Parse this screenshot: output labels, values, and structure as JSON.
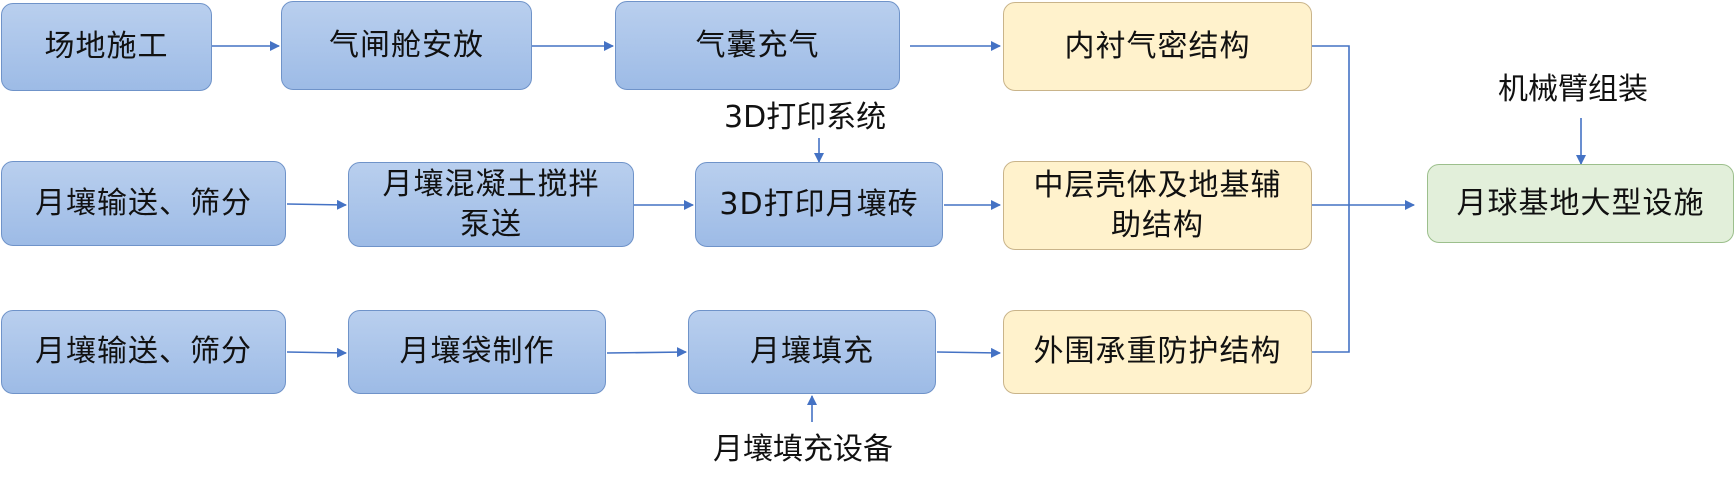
{
  "nodes": {
    "site_construction": "场地施工",
    "airlock_placement": "气闸舱安放",
    "airbag_inflation": "气囊充气",
    "inner_lining": "内衬气密结构",
    "regolith_transport_1": "月壤输送、筛分",
    "regolith_concrete": "月壤混凝土搅拌泵送",
    "print_bricks": "3D打印月壤砖",
    "middle_shell": "中层壳体及地基辅助结构",
    "regolith_transport_2": "月壤输送、筛分",
    "regolith_bag": "月壤袋制作",
    "regolith_fill": "月壤填充",
    "outer_protection": "外围承重防护结构",
    "lunar_base": "月球基地大型设施"
  },
  "labels": {
    "printing_system": "3D打印系统",
    "robot_arm": "机械臂组装",
    "filling_equipment": "月壤填充设备"
  },
  "colors": {
    "process_fill": "#a8c3ea",
    "process_border": "#6f93c9",
    "structure_fill": "#fff2cc",
    "structure_border": "#c9b48a",
    "target_fill": "#e2efda",
    "target_border": "#9cbf8c",
    "arrow": "#4472c4"
  }
}
